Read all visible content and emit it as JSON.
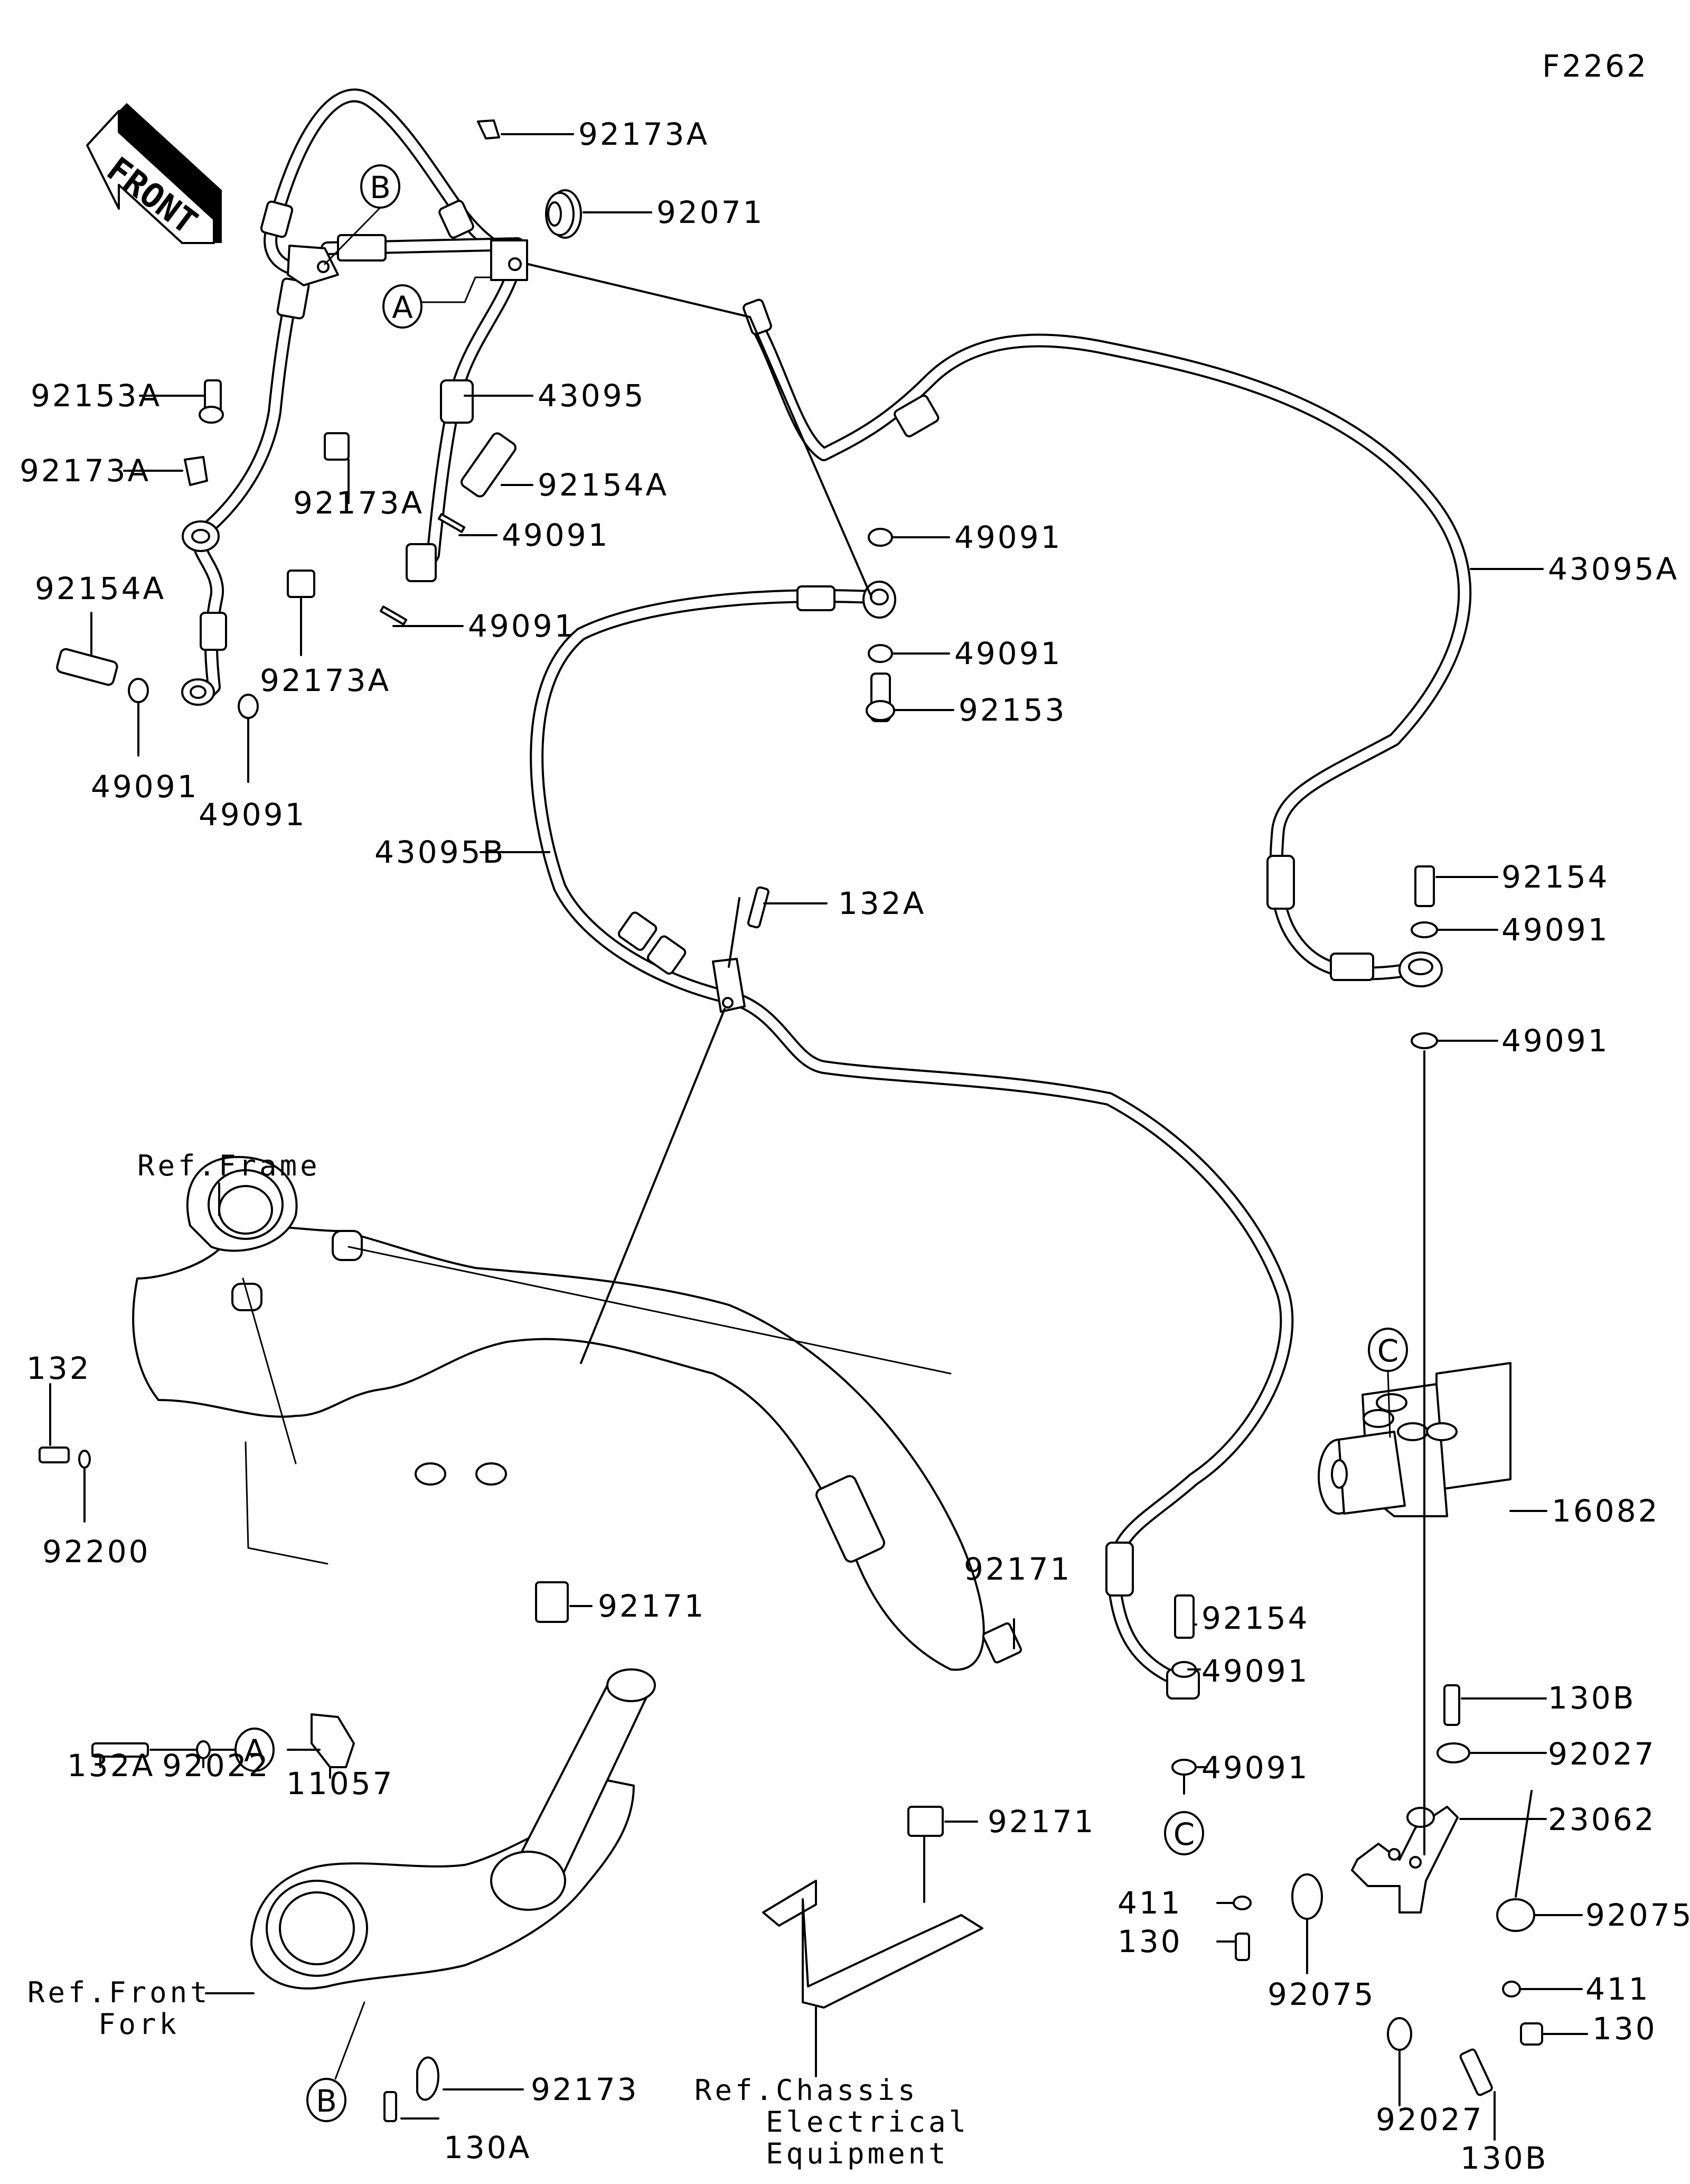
{
  "diagram": {
    "figure_id": "F2262",
    "orientation_marker": "FRONT",
    "reference_circles": [
      "A",
      "B",
      "C"
    ],
    "callouts": [
      {
        "id": "c01",
        "label": "92173A"
      },
      {
        "id": "c02",
        "label": "92071"
      },
      {
        "id": "c03",
        "label": "92153A"
      },
      {
        "id": "c04",
        "label": "43095"
      },
      {
        "id": "c05",
        "label": "92173A"
      },
      {
        "id": "c06",
        "label": "92154A"
      },
      {
        "id": "c07",
        "label": "92173A"
      },
      {
        "id": "c08",
        "label": "49091"
      },
      {
        "id": "c09",
        "label": "49091"
      },
      {
        "id": "c10",
        "label": "43095A"
      },
      {
        "id": "c11",
        "label": "92154A"
      },
      {
        "id": "c12",
        "label": "49091"
      },
      {
        "id": "c13",
        "label": "49091"
      },
      {
        "id": "c14",
        "label": "92173A"
      },
      {
        "id": "c15",
        "label": "92153"
      },
      {
        "id": "c16",
        "label": "49091"
      },
      {
        "id": "c17",
        "label": "49091"
      },
      {
        "id": "c18",
        "label": "43095B"
      },
      {
        "id": "c19",
        "label": "92154"
      },
      {
        "id": "c20",
        "label": "132A"
      },
      {
        "id": "c21",
        "label": "49091"
      },
      {
        "id": "c22",
        "label": "49091"
      },
      {
        "id": "c23",
        "label": "132"
      },
      {
        "id": "c24",
        "label": "92200"
      },
      {
        "id": "c25",
        "label": "16082"
      },
      {
        "id": "c26",
        "label": "92171"
      },
      {
        "id": "c27",
        "label": "92171"
      },
      {
        "id": "c28",
        "label": "92154"
      },
      {
        "id": "c29",
        "label": "130B"
      },
      {
        "id": "c30",
        "label": "49091"
      },
      {
        "id": "c31",
        "label": "132A"
      },
      {
        "id": "c32",
        "label": "92022"
      },
      {
        "id": "c33",
        "label": "11057"
      },
      {
        "id": "c34",
        "label": "92027"
      },
      {
        "id": "c35",
        "label": "49091"
      },
      {
        "id": "c36",
        "label": "23062"
      },
      {
        "id": "c37",
        "label": "92171"
      },
      {
        "id": "c38",
        "label": "411"
      },
      {
        "id": "c39",
        "label": "92075"
      },
      {
        "id": "c40",
        "label": "130"
      },
      {
        "id": "c41",
        "label": "92075"
      },
      {
        "id": "c42",
        "label": "411"
      },
      {
        "id": "c43",
        "label": "130"
      },
      {
        "id": "c44",
        "label": "92173"
      },
      {
        "id": "c45",
        "label": "92027"
      },
      {
        "id": "c46",
        "label": "130A"
      },
      {
        "id": "c47",
        "label": "130B"
      }
    ],
    "references": {
      "frame": "Ref.Frame",
      "front_fork": [
        "Ref.Front",
        "Fork"
      ],
      "chassis_electrical": [
        "Ref.Chassis",
        "Electrical",
        "Equipment"
      ]
    }
  }
}
